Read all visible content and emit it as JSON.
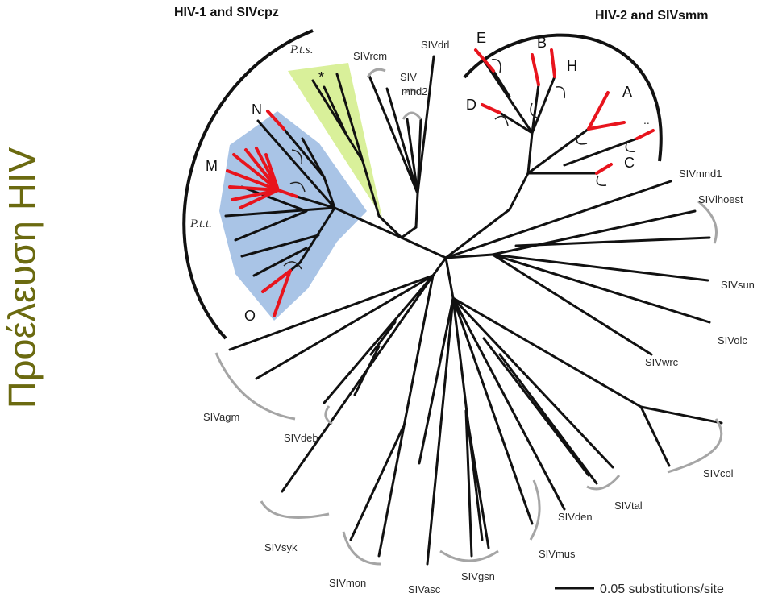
{
  "side_title": "Προέλευση HIV",
  "groups": {
    "hiv1": "HIV-1 and SIVcpz",
    "hiv2": "HIV-2 and SIVsmm",
    "pts": "P.t.s.",
    "ptt": "P.t.t.",
    "star": "*"
  },
  "hiv1_subgroups": {
    "n": "N",
    "m": "M",
    "o": "O"
  },
  "hiv2_subtypes": {
    "e": "E",
    "b": "B",
    "h": "H",
    "d": "D",
    "a": "A",
    "c": "C"
  },
  "siv_labels": {
    "rcm": "SIVrcm",
    "mnd2_a": "SIV",
    "mnd2_b": "mnd2",
    "drl": "SIVdrl",
    "mnd1": "SIVmnd1",
    "lhoest": "SIVlhoest",
    "sun": "SIVsun",
    "olc": "SIVolc",
    "wrc": "SIVwrc",
    "col": "SIVcol",
    "tal": "SIVtal",
    "den": "SIVden",
    "mus": "SIVmus",
    "gsn": "SIVgsn",
    "asc": "SIVasc",
    "mon": "SIVmon",
    "syk": "SIVsyk",
    "deb": "SIVdeb",
    "agm": "SIVagm"
  },
  "scale_bar": "0.05 substitutions/site",
  "colors": {
    "title": "#6b6a10",
    "hiv_lineage": "#e8141d",
    "ptt_shading": "#a9c4e6",
    "pts_shading": "#d9f09a",
    "clade_bracket": "#a5a5a5"
  }
}
